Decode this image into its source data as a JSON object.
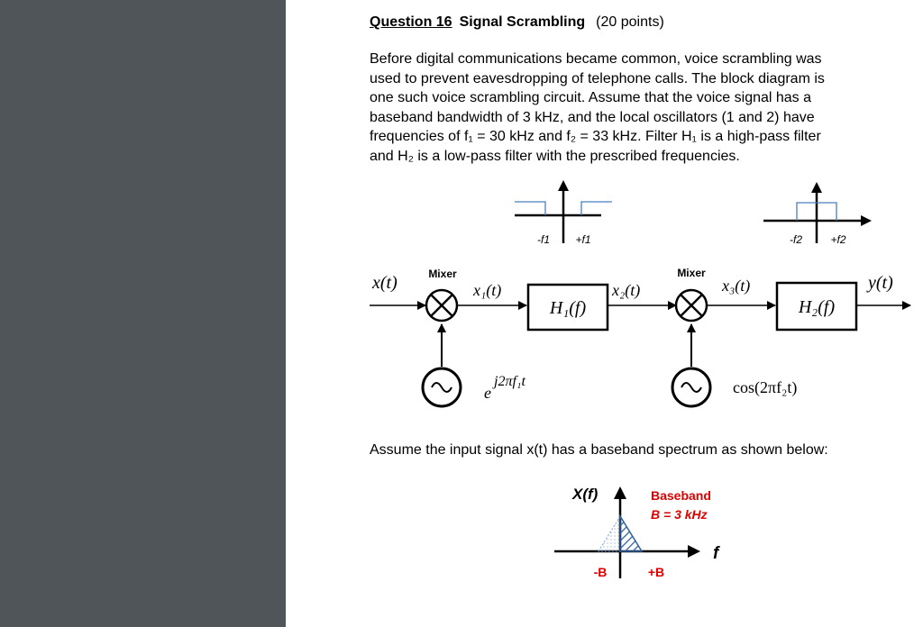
{
  "question": {
    "number": "Question 16",
    "title": "Signal Scrambling",
    "points": "(20 points)"
  },
  "intro_lines": [
    "Before digital communications became common, voice scrambling was",
    "used to prevent eavesdropping of telephone calls.  The block diagram is",
    "one such voice scrambling circuit.  Assume that the voice signal has a",
    "baseband bandwidth of 3 kHz, and the local oscillators (1 and 2) have",
    "frequencies of f₁ = 30 kHz and f₂ = 33 kHz.  Filter H₁ is a high-pass filter",
    "and H₂ is a low-pass filter with the prescribed frequencies."
  ],
  "filter1_axis": {
    "neg": "-f1",
    "pos": "+f1"
  },
  "filter2_axis": {
    "neg": "-f2",
    "pos": "+f2"
  },
  "blocks": {
    "mixer1_label": "Mixer",
    "mixer2_label": "Mixer",
    "h1": "H₁(f)",
    "h2": "H₂(f)"
  },
  "signals": {
    "x": "x(t)",
    "x1": "x₁(t)",
    "x2": "x₂(t)",
    "x3": "x₃(t)",
    "y": "y(t)",
    "osc1": "e",
    "osc1_exp": "j2πf₁t",
    "osc2": "cos(2πf₂t)"
  },
  "assume_text": "Assume the input signal x(t) has a baseband spectrum as shown below:",
  "spectrum": {
    "ylabel": "X(f)",
    "xlabel": "f",
    "baseband_line1": "Baseband",
    "baseband_line2": "B = 3 kHz",
    "neg": "-B",
    "pos": "+B"
  },
  "colors": {
    "sidebar": "#50555a",
    "filter_response": "#4a7fbd",
    "baseband_label": "#e00000",
    "hatch": "#2e5f9e"
  }
}
